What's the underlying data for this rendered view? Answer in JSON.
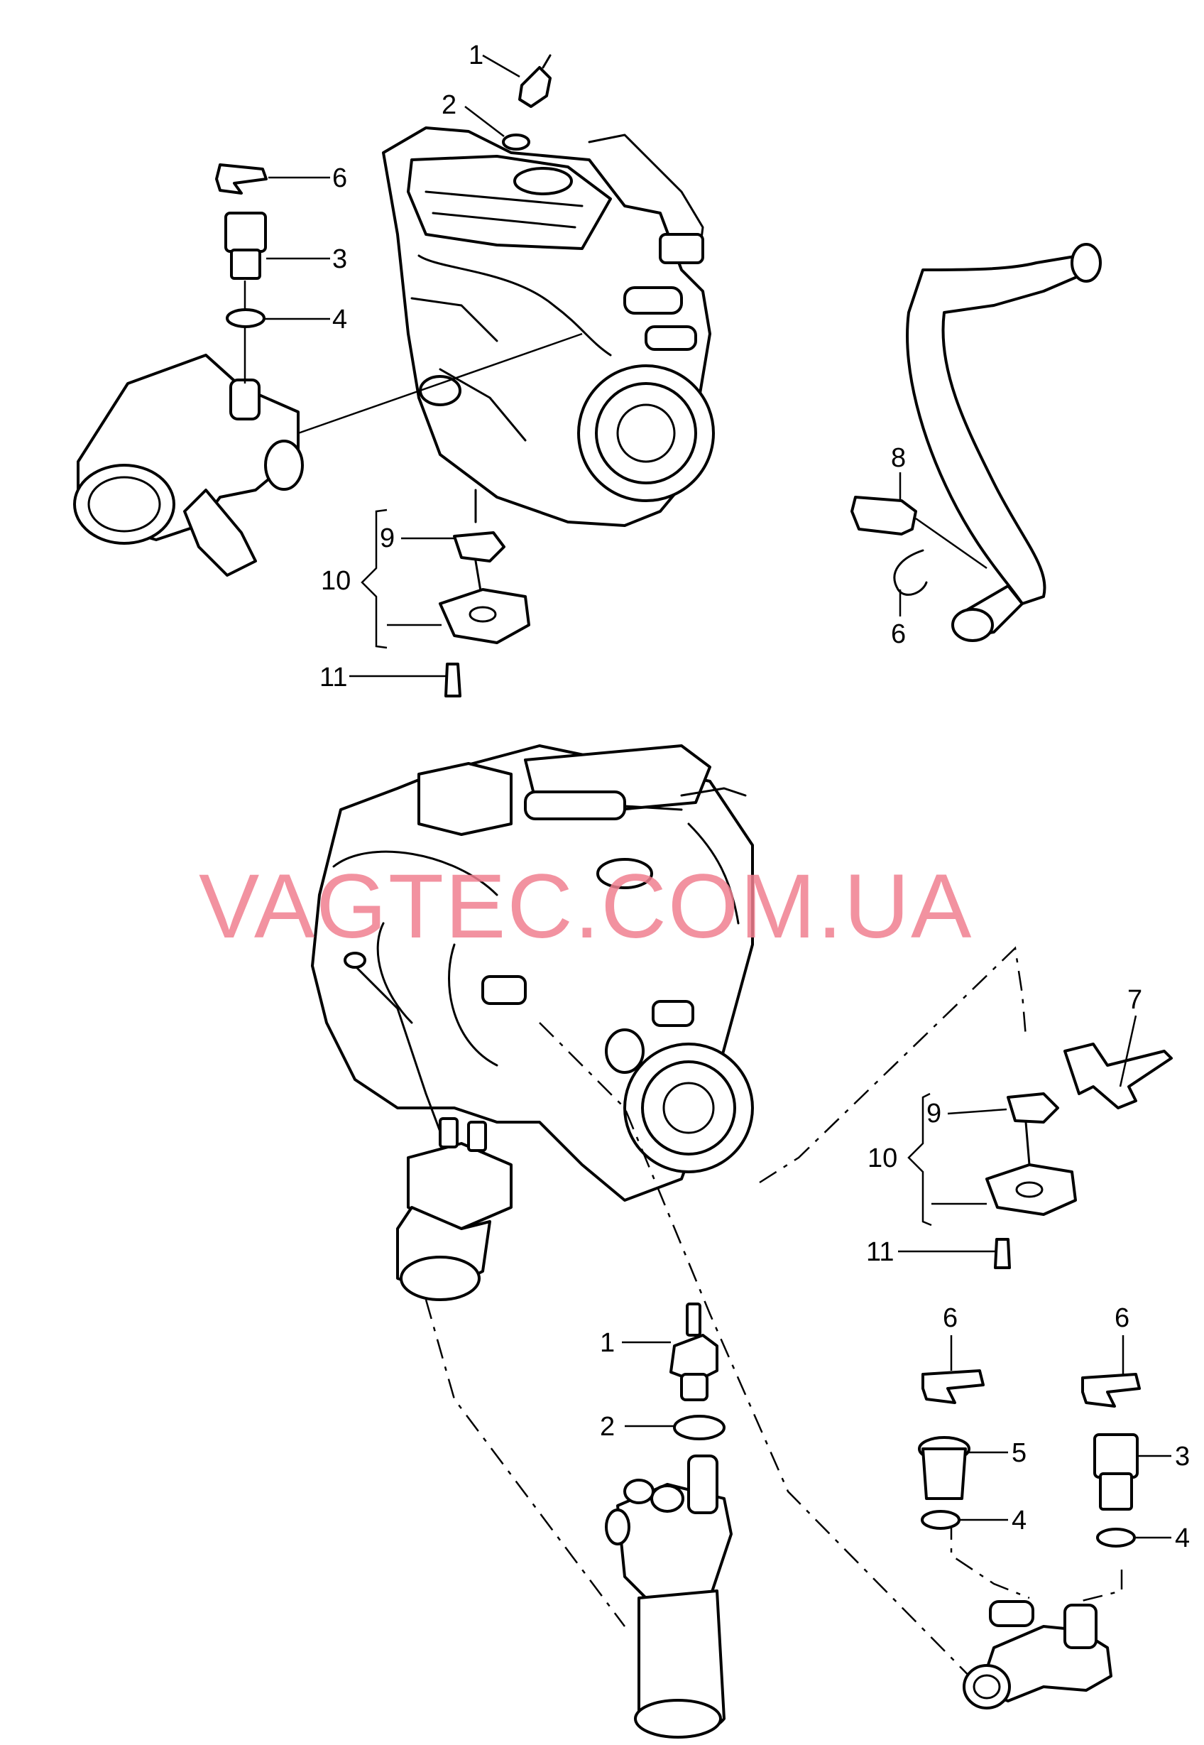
{
  "watermark": "VAGTEC.COM.UA",
  "callouts": {
    "top": {
      "c1": "1",
      "c2": "2",
      "c6a": "6",
      "c3": "3",
      "c4": "4",
      "c8": "8",
      "c6b": "6",
      "c9": "9",
      "c10": "10",
      "c11": "11"
    },
    "bottom": {
      "c7": "7",
      "c9": "9",
      "c10": "10",
      "c11": "11",
      "c1": "1",
      "c2": "2",
      "c6a": "6",
      "c6b": "6",
      "c5": "5",
      "c3": "3",
      "c4a": "4",
      "c4b": "4"
    }
  }
}
